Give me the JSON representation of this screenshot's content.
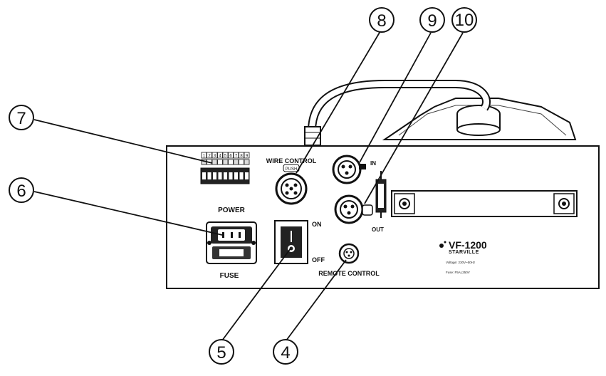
{
  "callouts": [
    "4",
    "5",
    "6",
    "7",
    "8",
    "9",
    "10"
  ],
  "labels": {
    "power": "POWER",
    "fuse": "FUSE",
    "on": "ON",
    "off": "OFF",
    "wire_control": "WIRE CONTROL",
    "push": "PUSH",
    "in": "IN",
    "out": "OUT",
    "remote_control": "REMOTE CONTROL",
    "dip_numbers": [
      "1",
      "2",
      "3",
      "4",
      "5",
      "6",
      "7",
      "8",
      "9"
    ]
  },
  "nameplate": {
    "model": "VF-1200",
    "brand": "STARVILLE",
    "voltage": "Voltage: 230V~50Hz",
    "fuse": "Fuse: F5AL250V"
  }
}
